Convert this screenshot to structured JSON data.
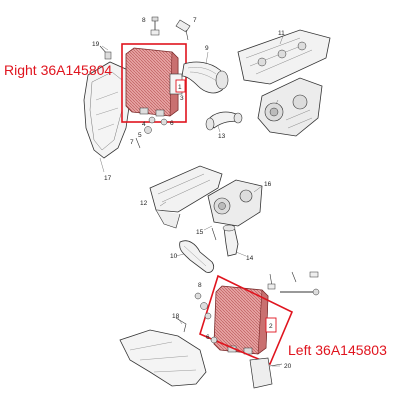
{
  "labels": {
    "right": "Right 36A145804",
    "left": "Left 36A145803"
  },
  "colors": {
    "highlight": "#e0141e",
    "line": "#333333",
    "part_fill": "#f2f2f2",
    "shade": "#cfcfcf",
    "intercooler": "#d98a8a"
  },
  "callouts": {
    "n1": "1",
    "n2": "2",
    "n3": "3",
    "n4": "4",
    "n5": "5",
    "n6a": "6",
    "n6b": "6",
    "n7a": "7",
    "n7b": "7",
    "n8a": "8",
    "n8b": "8",
    "n9": "9",
    "n10": "10",
    "n11": "11",
    "n12": "12",
    "n13": "13",
    "n14": "14",
    "n15": "15",
    "n16": "16",
    "n17": "17",
    "n18": "18",
    "n19": "19",
    "n20": "20"
  }
}
